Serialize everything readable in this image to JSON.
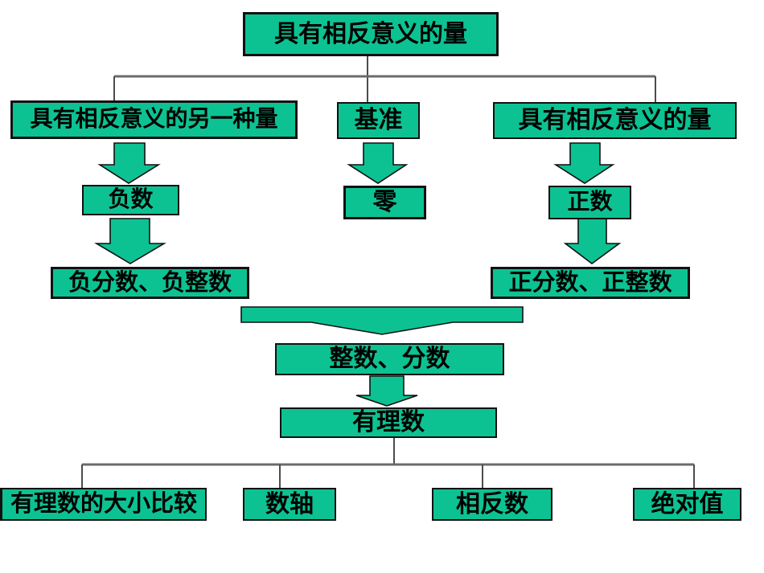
{
  "diagram": {
    "description": "Concept flowchart of rational numbers (math teaching slide)",
    "colors": {
      "background": "#ffffff",
      "node_fill": "#0dc292",
      "node_border": "#111111",
      "arrow_fill": "#0dc292",
      "arrow_outline": "#101010",
      "connector": "#6b6b6b",
      "text": "#000000"
    },
    "icons": {
      "down_arrow": "block-down-arrow",
      "merge_arrow": "wide-merge-down-arrow",
      "connector_line": "elbow-line"
    },
    "nodes": {
      "root": "具有相反意义的量",
      "another_quantity": "具有相反意义的另一种量",
      "benchmark": "基准",
      "opposite_quantity": "具有相反意义的量",
      "negative": "负数",
      "zero": "零",
      "positive": "正数",
      "neg_fraction_integer": "负分数、负整数",
      "pos_fraction_integer": "正分数、正整数",
      "integers_fractions": "整数、分数",
      "rational": "有理数",
      "size_comparison": "有理数的大小比较",
      "number_line": "数轴",
      "opposite_number": "相反数",
      "absolute_value": "绝对值"
    },
    "edges": [
      {
        "from": "root",
        "to": "another_quantity",
        "style": "line"
      },
      {
        "from": "root",
        "to": "benchmark",
        "style": "line"
      },
      {
        "from": "root",
        "to": "opposite_quantity",
        "style": "line"
      },
      {
        "from": "another_quantity",
        "to": "negative",
        "style": "block-arrow"
      },
      {
        "from": "benchmark",
        "to": "zero",
        "style": "block-arrow"
      },
      {
        "from": "opposite_quantity",
        "to": "positive",
        "style": "block-arrow"
      },
      {
        "from": "negative",
        "to": "neg_fraction_integer",
        "style": "block-arrow"
      },
      {
        "from": "positive",
        "to": "pos_fraction_integer",
        "style": "block-arrow"
      },
      {
        "from": "neg_fraction_integer",
        "to": "integers_fractions",
        "style": "merge-arrow"
      },
      {
        "from": "pos_fraction_integer",
        "to": "integers_fractions",
        "style": "merge-arrow"
      },
      {
        "from": "integers_fractions",
        "to": "rational",
        "style": "block-arrow"
      },
      {
        "from": "rational",
        "to": "size_comparison",
        "style": "line"
      },
      {
        "from": "rational",
        "to": "number_line",
        "style": "line"
      },
      {
        "from": "rational",
        "to": "opposite_number",
        "style": "line"
      },
      {
        "from": "rational",
        "to": "absolute_value",
        "style": "line"
      }
    ]
  }
}
